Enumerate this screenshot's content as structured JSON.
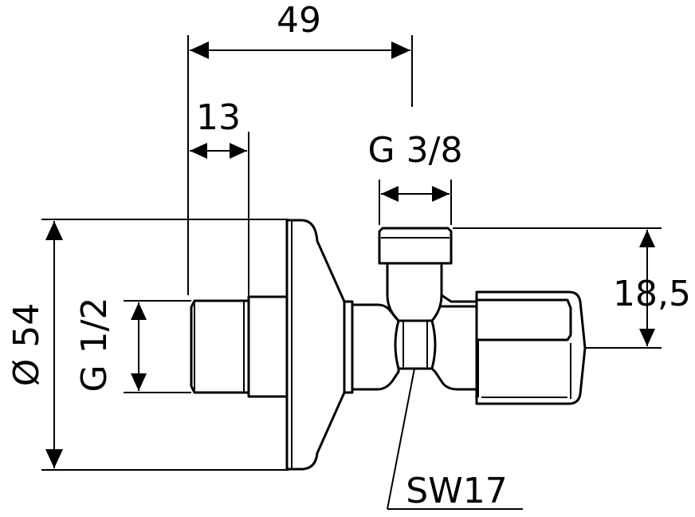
{
  "labels": {
    "top_width": "49",
    "thread_length": "13",
    "outlet_thread": "G 3/8",
    "outlet_height": "18,5",
    "flange_diameter": "Ø 54",
    "inlet_thread": "G 1/2",
    "wrench_size": "SW17"
  }
}
